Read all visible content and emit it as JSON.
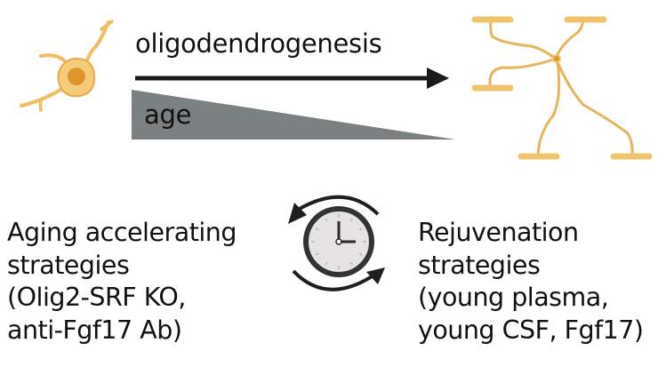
{
  "process": {
    "label": "oligodendrogenesis",
    "gradient_label": "age"
  },
  "cells": {
    "precursor": "oligodendrocyte-precursor-cell",
    "mature": "myelinating-oligodendrocyte"
  },
  "center_icon": "clock-with-cycle-arrows-icon",
  "left_block": {
    "lines": [
      "Aging accelerating",
      "strategies",
      "(Olig2-SRF KO,",
      "anti-Fgf17 Ab)"
    ]
  },
  "right_block": {
    "lines": [
      "Rejuvenation",
      "strategies",
      "(young plasma,",
      "young CSF, Fgf17)"
    ]
  },
  "colors": {
    "cell_fill": "#f2c46e",
    "cell_stroke": "#e6a94a",
    "nucleus": "#e0952e",
    "arrow": "#1a1a1a",
    "wedge": "#7b8081",
    "clock_face": "#e6e3e3",
    "clock_rim": "#333333"
  }
}
